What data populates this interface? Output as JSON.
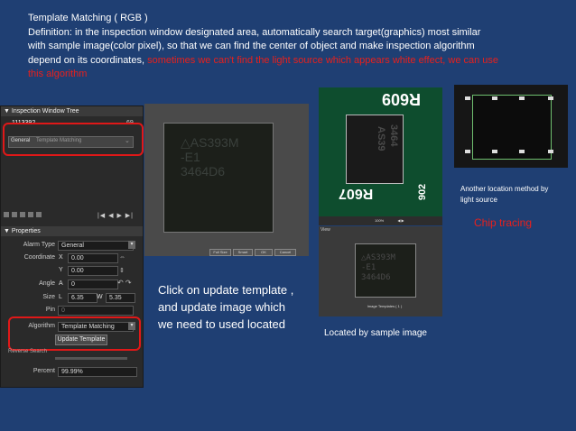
{
  "intro": {
    "title": "Template  Matching  (   RGB   )",
    "line1": "Definition:  in the inspection window designated area, automatically search target(graphics) most similar",
    "line2": "with sample image(color pixel), so that we can find the center of object  and make inspection algorithm",
    "line3a": "depend on its coordinates, ",
    "line3b": "sometimes we can't find the light source which appears white effect, we can use",
    "line4": "this algorithm"
  },
  "panel": {
    "tree_title": "Inspection Window Tree",
    "tree_id": "1113392",
    "tree_num": "69",
    "tab_general": "General",
    "tab_template": "Template Matching",
    "properties_title": "Properties",
    "alarm_label": "Alarm Type",
    "alarm_value": "General",
    "coord_label": "Coordinate",
    "x_key": "X",
    "x_value": "0.00",
    "y_key": "Y",
    "y_value": "0.00",
    "angle_label": "Angle",
    "angle_key": "A",
    "angle_value": "0",
    "size_label": "Size",
    "l_key": "L",
    "l_value": "6.35",
    "w_key": "W",
    "w_value": "5.35",
    "pin_label": "Pin",
    "pin_value": "0",
    "algorithm_label": "Algorithm",
    "algorithm_value": "Template Matching",
    "update_button": "Update Template",
    "reverse_label": "Reverse Search",
    "percent_label": "Percent",
    "percent_value": "99.99%"
  },
  "zoom": {
    "line1": "AS393M",
    "line2": "-E1",
    "line3": "3464D6",
    "btn_fullsize": "Full Size",
    "btn_smart": "Smart",
    "btn_ok": "OK",
    "btn_cancel": "Cancel"
  },
  "pcb": {
    "top_text": "R609",
    "chip_text1": "AS39",
    "chip_text2": "3464",
    "bottom_text": "R607",
    "side_text": "902",
    "zoom_value": "100%",
    "view_label": "View",
    "sample_caption": "Image Templates ( 1 )"
  },
  "notes": {
    "click_update": "Click on update template ,",
    "click_update2": "and update image which",
    "click_update3": "we need to used located",
    "located_by_sample": "Located by sample image",
    "another_method": "Another location method by",
    "another_method2": "light source",
    "chip_tracing": "Chip tracing"
  },
  "colors": {
    "background": "#1f3f73",
    "highlight_red": "#e01818"
  }
}
